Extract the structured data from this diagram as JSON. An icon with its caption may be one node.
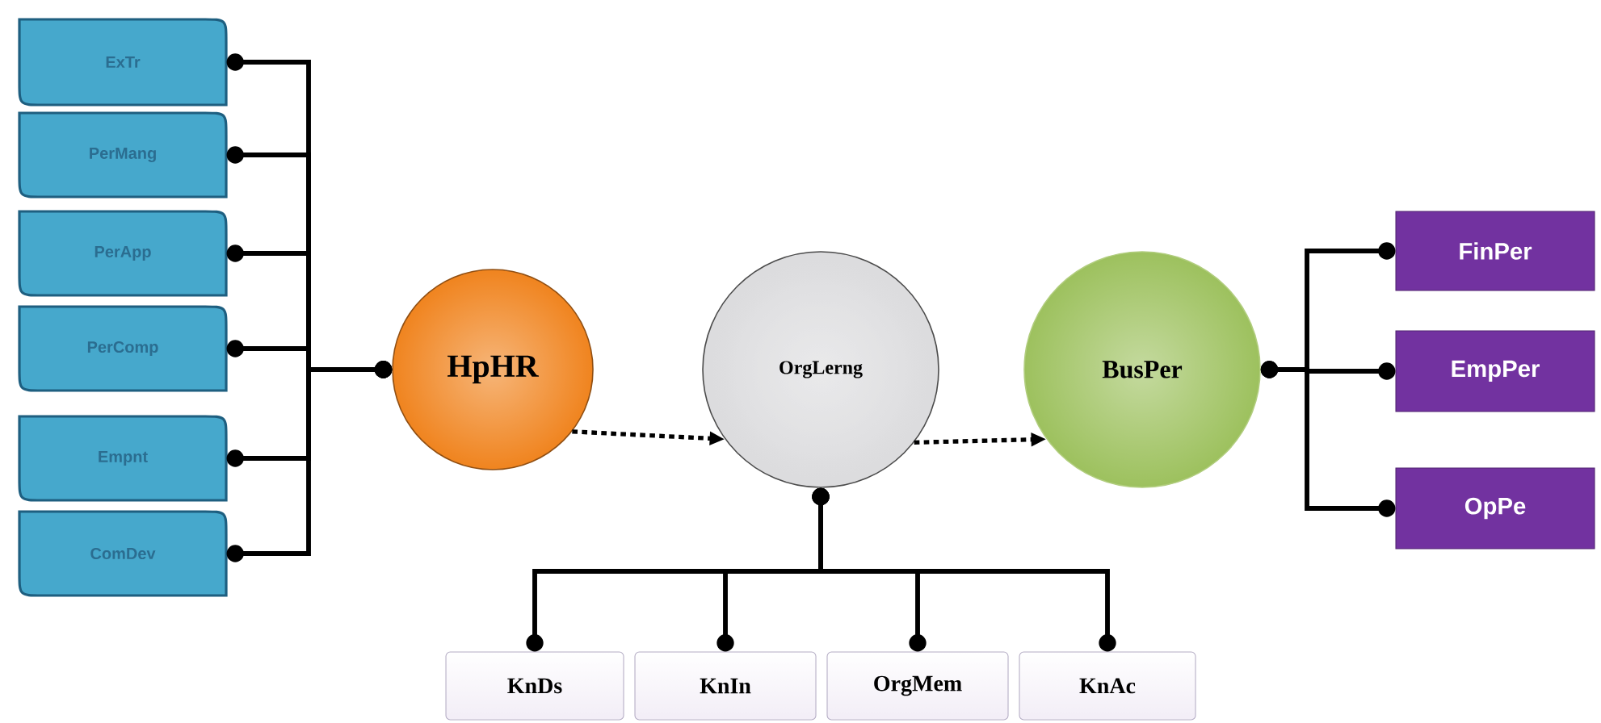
{
  "diagram": {
    "nodes": [
      {
        "text": [
          "ExTr"
        ]
      },
      {
        "text": [
          "PerMang"
        ]
      },
      {
        "text": [
          "PerApp"
        ]
      },
      {
        "text": [
          "PerComp"
        ]
      },
      {
        "text": [
          "Empnt"
        ]
      },
      {
        "text": [
          "ComDev"
        ]
      },
      {
        "text": [
          "HpHR"
        ]
      },
      {
        "text": [
          "OrgLerng"
        ]
      },
      {
        "text": [
          "BusPer"
        ]
      },
      {
        "text": [
          "FinPer"
        ]
      },
      {
        "text": [
          "EmpPer"
        ]
      },
      {
        "text": [
          "OpPe"
        ]
      },
      {
        "text": [
          "KnDs"
        ]
      },
      {
        "text": [
          "KnIn"
        ]
      },
      {
        "text": [
          "OrgMem"
        ]
      },
      {
        "text": [
          "KnAc"
        ]
      }
    ],
    "edges": [
      {
        "from": 0,
        "to": 6,
        "arrow": "other"
      },
      {
        "from": 1,
        "to": 6,
        "arrow": "other"
      },
      {
        "from": 2,
        "to": 6,
        "arrow": "other"
      },
      {
        "from": 3,
        "to": 6,
        "arrow": "other"
      },
      {
        "from": 4,
        "to": 6,
        "arrow": "other"
      },
      {
        "from": 5,
        "to": 6,
        "arrow": "other"
      },
      {
        "from": 6,
        "to": 7,
        "arrow": "to",
        "style": "dashed"
      },
      {
        "from": 7,
        "to": 8,
        "arrow": "to",
        "style": "dashed"
      },
      {
        "from": 8,
        "to": 9,
        "arrow": "other"
      },
      {
        "from": 8,
        "to": 10,
        "arrow": "other"
      },
      {
        "from": 8,
        "to": 11,
        "arrow": "other"
      },
      {
        "from": 7,
        "to": 12,
        "arrow": "other"
      },
      {
        "from": 7,
        "to": 13,
        "arrow": "other"
      },
      {
        "from": 7,
        "to": 14,
        "arrow": "other"
      },
      {
        "from": 7,
        "to": 15,
        "arrow": "other"
      }
    ]
  }
}
